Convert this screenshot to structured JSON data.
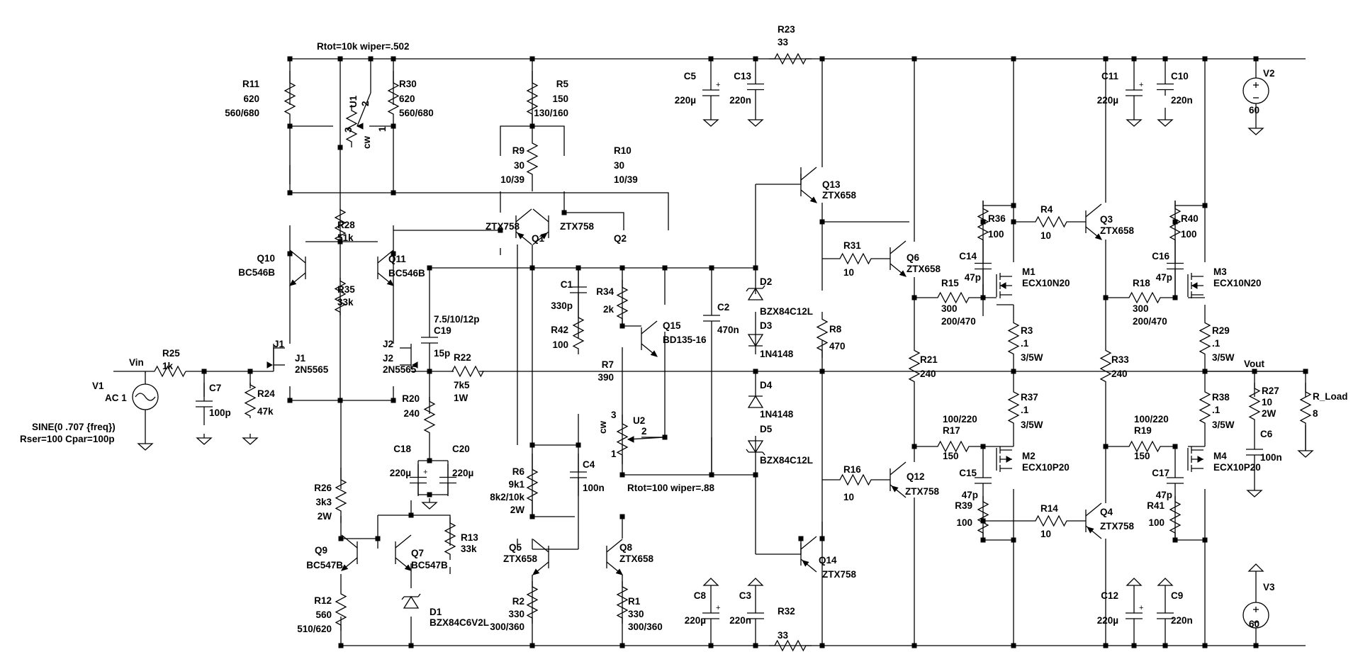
{
  "schematic": {
    "top_label": "Rtot=10k wiper=.502",
    "mid_label": "Rtot=100 wiper=.88",
    "sources": {
      "v1": {
        "name": "V1",
        "type": "AC 1",
        "params1": "SINE(0 .707 {freq})",
        "params2": "Rser=100 Cpar=100p"
      },
      "v2": {
        "name": "V2",
        "value": "60"
      },
      "v3": {
        "name": "V3",
        "value": "60"
      }
    },
    "nets": {
      "vin": "Vin",
      "vout": "Vout"
    },
    "pots": {
      "u1": {
        "name": "U1",
        "p1": "1",
        "p2": "2",
        "p3": "3",
        "cw": "cw"
      },
      "u2": {
        "name": "U2",
        "p1": "1",
        "p2": "2",
        "p3": "3",
        "cw": "cw"
      }
    },
    "resistors": [
      {
        "name": "R11",
        "lines": [
          "620",
          "560/680"
        ]
      },
      {
        "name": "R30",
        "lines": [
          "620",
          "560/680"
        ]
      },
      {
        "name": "R5",
        "lines": [
          "150",
          "130/160"
        ]
      },
      {
        "name": "R9",
        "lines": [
          "30",
          "10/39"
        ]
      },
      {
        "name": "R10",
        "lines": [
          "30",
          "10/39"
        ]
      },
      {
        "name": "R23",
        "lines": [
          "33"
        ]
      },
      {
        "name": "R28",
        "lines": [
          "51k"
        ]
      },
      {
        "name": "R35",
        "lines": [
          "33k"
        ]
      },
      {
        "name": "R25",
        "lines": [
          "1k"
        ]
      },
      {
        "name": "R24",
        "lines": [
          "47k"
        ]
      },
      {
        "name": "R22",
        "lines": [
          "7k5",
          "1W"
        ]
      },
      {
        "name": "R20",
        "lines": [
          "240"
        ]
      },
      {
        "name": "R34",
        "lines": [
          "2k"
        ]
      },
      {
        "name": "R42",
        "lines": [
          "100"
        ]
      },
      {
        "name": "R7",
        "lines": [
          "390"
        ]
      },
      {
        "name": "R6",
        "lines": [
          "9k1",
          "8k2/10k",
          "2W"
        ]
      },
      {
        "name": "R26",
        "lines": [
          "3k3",
          "2W"
        ]
      },
      {
        "name": "R13",
        "lines": [
          "33k"
        ]
      },
      {
        "name": "R12",
        "lines": [
          "560",
          "510/620"
        ]
      },
      {
        "name": "R2",
        "lines": [
          "330",
          "300/360"
        ]
      },
      {
        "name": "R1",
        "lines": [
          "330",
          "300/360"
        ]
      },
      {
        "name": "R32",
        "lines": [
          "33"
        ]
      },
      {
        "name": "R8",
        "lines": [
          "470"
        ]
      },
      {
        "name": "R31",
        "lines": [
          "10"
        ]
      },
      {
        "name": "R36",
        "lines": [
          "100"
        ]
      },
      {
        "name": "R4",
        "lines": [
          "10"
        ]
      },
      {
        "name": "R15",
        "lines": [
          "300",
          "200/470"
        ]
      },
      {
        "name": "R3",
        "lines": [
          ".1",
          "3/5W"
        ]
      },
      {
        "name": "R21",
        "lines": [
          "240"
        ]
      },
      {
        "name": "R37",
        "lines": [
          ".1",
          "3/5W"
        ]
      },
      {
        "name": "R17",
        "lines": [
          "100/220",
          "150"
        ]
      },
      {
        "name": "R16",
        "lines": [
          "10"
        ]
      },
      {
        "name": "R39",
        "lines": [
          "100"
        ]
      },
      {
        "name": "R14",
        "lines": [
          "10"
        ]
      },
      {
        "name": "R40",
        "lines": [
          "100"
        ]
      },
      {
        "name": "R18",
        "lines": [
          "300",
          "200/470"
        ]
      },
      {
        "name": "R29",
        "lines": [
          ".1",
          "3/5W"
        ]
      },
      {
        "name": "R33",
        "lines": [
          "240"
        ]
      },
      {
        "name": "R38",
        "lines": [
          ".1",
          "3/5W"
        ]
      },
      {
        "name": "R19",
        "lines": [
          "100/220",
          "150"
        ]
      },
      {
        "name": "R41",
        "lines": [
          "100"
        ]
      },
      {
        "name": "R27",
        "lines": [
          "10",
          "2W"
        ]
      },
      {
        "name": "R_Load",
        "lines": [
          "8"
        ]
      }
    ],
    "capacitors": [
      {
        "name": "C5",
        "value": "220µ"
      },
      {
        "name": "C13",
        "value": "220n"
      },
      {
        "name": "C11",
        "value": "220µ"
      },
      {
        "name": "C10",
        "value": "220n"
      },
      {
        "name": "C1",
        "value": "330p"
      },
      {
        "name": "C2",
        "value": "470n"
      },
      {
        "name": "C19",
        "value": "15p",
        "extra": "7.5/10/12p"
      },
      {
        "name": "C7",
        "value": "100p"
      },
      {
        "name": "C18",
        "value": "220µ"
      },
      {
        "name": "C20",
        "value": "220µ"
      },
      {
        "name": "C4",
        "value": "100n"
      },
      {
        "name": "C8",
        "value": "220µ"
      },
      {
        "name": "C3",
        "value": "220n"
      },
      {
        "name": "C12",
        "value": "220µ"
      },
      {
        "name": "C9",
        "value": "220n"
      },
      {
        "name": "C14",
        "value": "47p"
      },
      {
        "name": "C15",
        "value": "47p"
      },
      {
        "name": "C16",
        "value": "47p"
      },
      {
        "name": "C17",
        "value": "47p"
      },
      {
        "name": "C6",
        "value": "100n"
      }
    ],
    "transistors": [
      {
        "name": "Q1",
        "model": "ZTX758"
      },
      {
        "name": "Q2",
        "model": "ZTX758"
      },
      {
        "name": "Q10",
        "model": "BC546B"
      },
      {
        "name": "Q11",
        "model": "BC546B"
      },
      {
        "name": "Q15",
        "model": "BD135-16"
      },
      {
        "name": "Q9",
        "model": "BC547B"
      },
      {
        "name": "Q7",
        "model": "BC547B"
      },
      {
        "name": "Q5",
        "model": "ZTX658"
      },
      {
        "name": "Q8",
        "model": "ZTX658"
      },
      {
        "name": "Q13",
        "model": "ZTX658"
      },
      {
        "name": "Q14",
        "model": "ZTX758"
      },
      {
        "name": "Q6",
        "model": "ZTX658"
      },
      {
        "name": "Q12",
        "model": "ZTX758"
      },
      {
        "name": "Q3",
        "model": "ZTX658"
      },
      {
        "name": "Q4",
        "model": "ZTX758"
      }
    ],
    "jfets": [
      {
        "name": "J1",
        "model": "2N5565"
      },
      {
        "name": "J2",
        "model": "2N5565"
      }
    ],
    "mosfets": [
      {
        "name": "M1",
        "model": "ECX10N20"
      },
      {
        "name": "M2",
        "model": "ECX10P20"
      },
      {
        "name": "M3",
        "model": "ECX10N20"
      },
      {
        "name": "M4",
        "model": "ECX10P20"
      }
    ],
    "diodes": [
      {
        "name": "D2",
        "model": "BZX84C12L"
      },
      {
        "name": "D3",
        "model": "1N4148"
      },
      {
        "name": "D4",
        "model": "1N4148"
      },
      {
        "name": "D5",
        "model": "BZX84C12L"
      },
      {
        "name": "D1",
        "model": "BZX84C6V2L"
      }
    ]
  }
}
